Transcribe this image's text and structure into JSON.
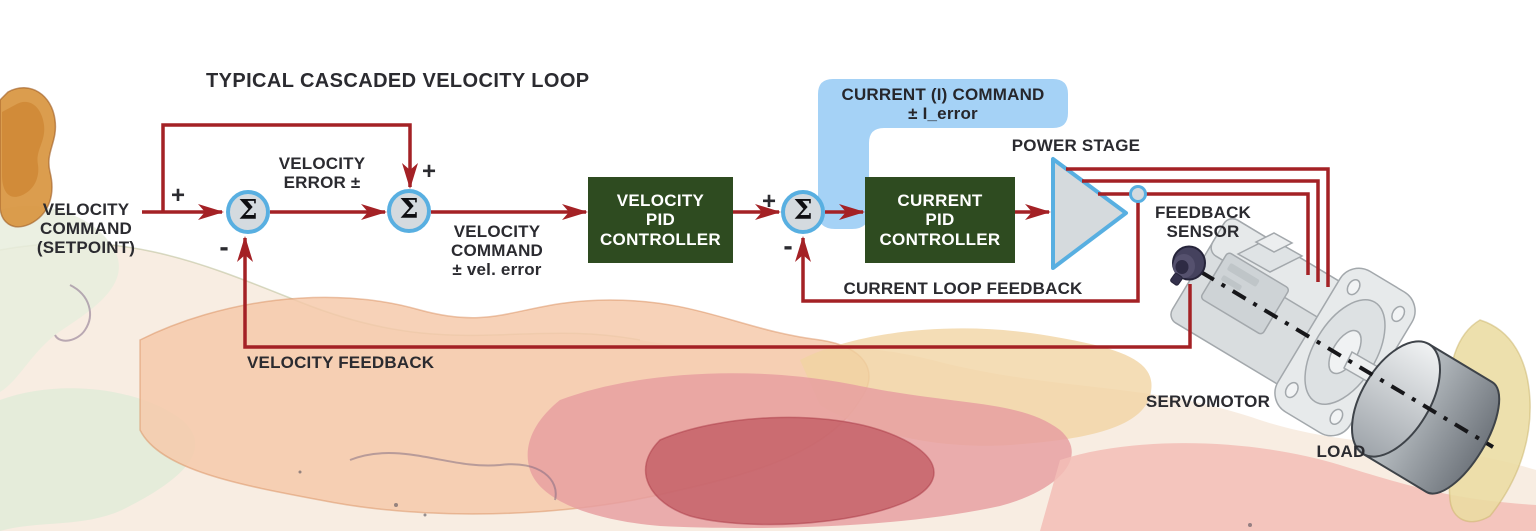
{
  "title": "TYPICAL CASCADED VELOCITY LOOP",
  "labels": {
    "setpoint": {
      "line1": "VELOCITY",
      "line2": "COMMAND",
      "line3": "(SETPOINT)"
    },
    "velocity_error": {
      "line1": "VELOCITY",
      "line2": "ERROR ±"
    },
    "velocity_command_error": {
      "line1": "VELOCITY",
      "line2": "COMMAND",
      "line3": "± vel. error"
    },
    "current_command": {
      "line1": "CURRENT (I) COMMAND",
      "line2": "± I_error"
    },
    "power_stage": "POWER STAGE",
    "feedback_sensor": {
      "line1": "FEEDBACK",
      "line2": "SENSOR"
    },
    "current_loop_feedback": "CURRENT LOOP FEEDBACK",
    "velocity_feedback": "VELOCITY FEEDBACK",
    "servomotor": "SERVOMOTOR",
    "load": "LOAD"
  },
  "blocks": {
    "velocity_pid": {
      "line1": "VELOCITY",
      "line2": "PID",
      "line3": "CONTROLLER"
    },
    "current_pid": {
      "line1": "CURRENT",
      "line2": "PID",
      "line3": "CONTROLLER"
    }
  },
  "symbols": {
    "sum": "Σ",
    "plus": "+",
    "minus": "-"
  },
  "colors": {
    "line_red": "#a42125",
    "block_green": "#2e4b20",
    "accent_blue": "#58afe1",
    "highlight_blue": "#a5d2f6",
    "junction_fill": "#d4dadf",
    "text_dark": "#2b2b30"
  }
}
